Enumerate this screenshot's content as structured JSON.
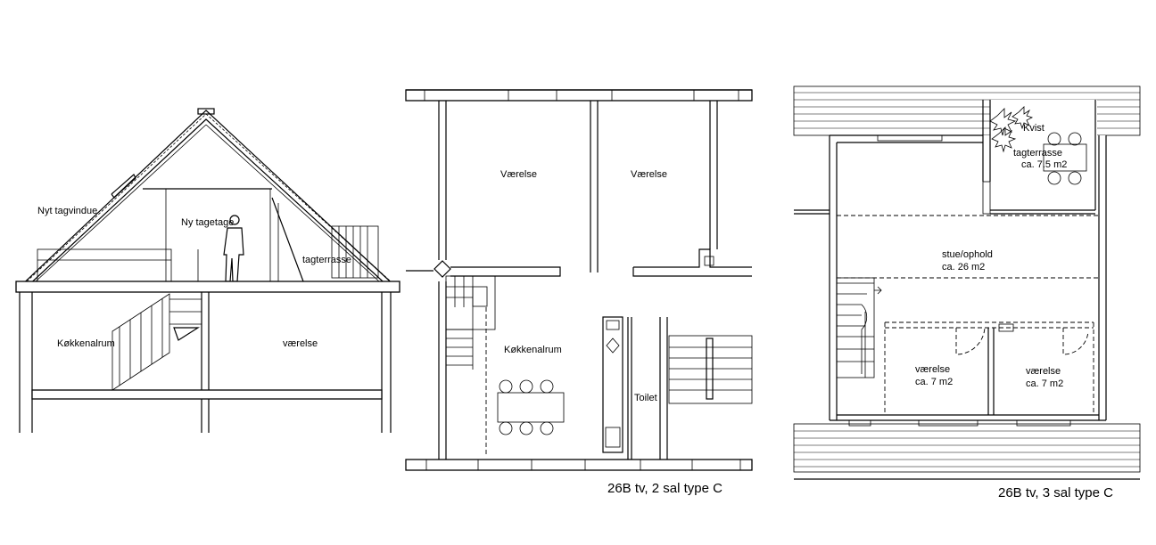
{
  "section": {
    "labels": {
      "skylight": "Nyt tagvindue",
      "new_roof": "Ny tagetage",
      "roof_terrace": "tagterrasse",
      "kitchen": "Køkkenalrum",
      "room": "værelse"
    }
  },
  "plan_floor2": {
    "rooms": {
      "room_left": "Værelse",
      "room_right": "Værelse",
      "kitchen": "Køkkenalrum",
      "toilet": "Toilet"
    },
    "caption": "26B tv, 2 sal  type C"
  },
  "plan_floor3": {
    "labels": {
      "dormer": "Kvist",
      "terrace": "tagterrasse",
      "terrace_area": "ca. 7.5 m2",
      "living": "stue/ophold",
      "living_area": "ca. 26 m2",
      "room1": "værelse",
      "room1_area": "ca. 7 m2",
      "room2": "værelse",
      "room2_area": "ca. 7 m2"
    },
    "caption": "26B tv, 3 sal  type C"
  }
}
